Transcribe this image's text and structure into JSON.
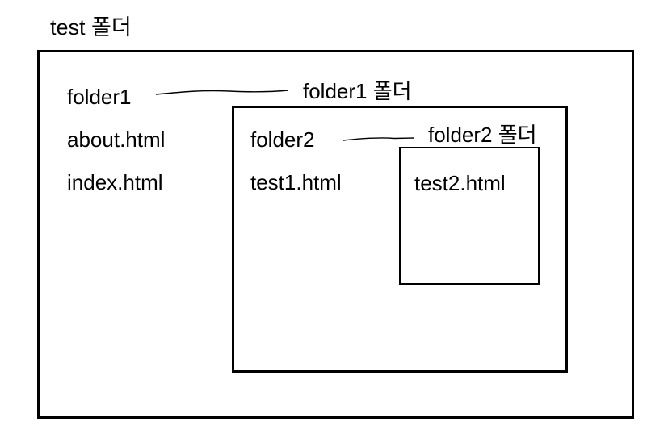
{
  "colors": {
    "ink": "#000000",
    "background": "#ffffff"
  },
  "diagram": {
    "title": "test 폴더",
    "root_folder": {
      "items": [
        "folder1",
        "about.html",
        "index.html"
      ]
    },
    "folder1": {
      "label": "folder1 폴더",
      "items": [
        "folder2",
        "test1.html"
      ]
    },
    "folder2": {
      "label": "folder2 폴더",
      "items": [
        "test2.html"
      ]
    }
  }
}
